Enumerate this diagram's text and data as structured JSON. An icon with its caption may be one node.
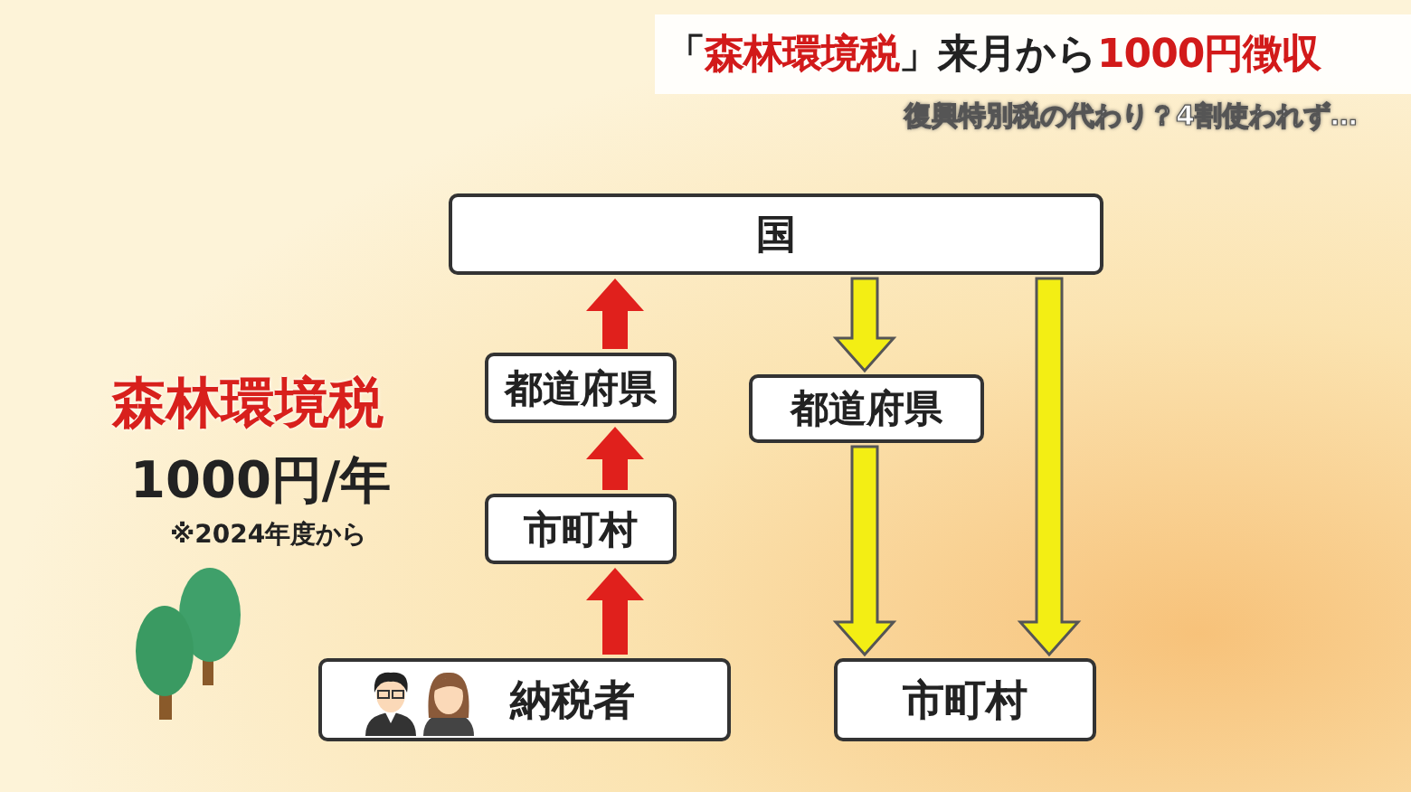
{
  "diagram": {
    "title": "「**森林環境税**」来月から**1000円徴収**",
    "nodes": [
      {
        "text": [
          "国"
        ]
      },
      {
        "text": [
          "都道府県"
        ]
      },
      {
        "text": [
          "市町村"
        ]
      },
      {
        "text": [
          "納税者"
        ]
      },
      {
        "text": [
          "都道府県"
        ]
      },
      {
        "text": [
          "市町村"
        ]
      }
    ],
    "edges": [
      {
        "from": 3,
        "to": 2,
        "arrow": "to",
        "color": "#e0201c"
      },
      {
        "from": 2,
        "to": 1,
        "arrow": "to",
        "color": "#e0201c"
      },
      {
        "from": 1,
        "to": 0,
        "arrow": "to",
        "color": "#e0201c"
      },
      {
        "from": 0,
        "to": 4,
        "arrow": "to"
      },
      {
        "from": 4,
        "to": 5,
        "arrow": "to"
      },
      {
        "from": 0,
        "to": 5,
        "arrow": "to"
      }
    ],
    "labels": [
      "復興特別税の代わり？4割使われず…",
      "森林環境税",
      "1000円/年",
      "※2024年度から"
    ]
  }
}
